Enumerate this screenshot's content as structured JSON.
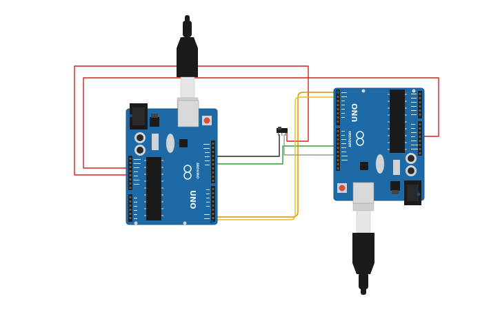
{
  "components": {
    "left_board": {
      "brand": "UNO",
      "maker": "ARDUINO",
      "type": "Arduino Uno R3"
    },
    "right_board": {
      "brand": "UNO",
      "maker": "ARDUINO",
      "type": "Arduino Uno R3"
    },
    "switch": {
      "type": "slide-switch"
    }
  },
  "wires": [
    {
      "name": "power-5v-loop",
      "color": "#d32020"
    },
    {
      "name": "power-vin-loop",
      "color": "#d32020"
    },
    {
      "name": "gnd-wire",
      "color": "#222222"
    },
    {
      "name": "pin12-green-wire",
      "color": "#2e9e2e"
    },
    {
      "name": "pin13-gray-wire",
      "color": "#9a9a9a"
    },
    {
      "name": "tx-orange-wire",
      "color": "#e08a00"
    },
    {
      "name": "rx-yellow-wire",
      "color": "#e8c000"
    }
  ]
}
